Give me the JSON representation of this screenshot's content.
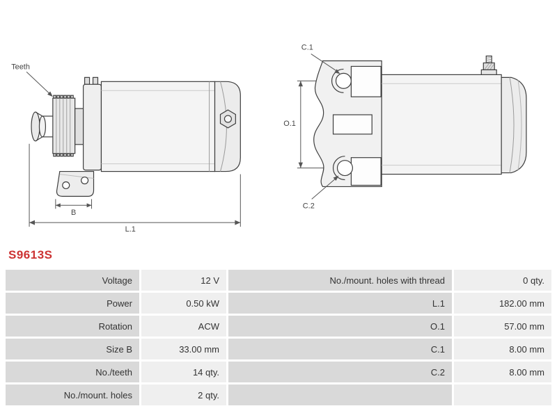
{
  "part_number": "S9613S",
  "drawing": {
    "labels": {
      "teeth": "Teeth",
      "size_b": "B",
      "length_l1": "L.1",
      "o1": "O.1",
      "c1": "C.1",
      "c2": "C.2"
    }
  },
  "colors": {
    "part_number_red": "#cc3333",
    "table_label_bg": "#d9d9d9",
    "table_value_bg": "#efefef",
    "drawing_line": "#3d3d3d"
  },
  "spec_table": {
    "rows": [
      {
        "label_left": "Voltage",
        "value_left": "12 V",
        "label_right": "No./mount. holes with thread",
        "value_right": "0 qty."
      },
      {
        "label_left": "Power",
        "value_left": "0.50 kW",
        "label_right": "L.1",
        "value_right": "182.00 mm"
      },
      {
        "label_left": "Rotation",
        "value_left": "ACW",
        "label_right": "O.1",
        "value_right": "57.00 mm"
      },
      {
        "label_left": "Size B",
        "value_left": "33.00 mm",
        "label_right": "C.1",
        "value_right": "8.00 mm"
      },
      {
        "label_left": "No./teeth",
        "value_left": "14 qty.",
        "label_right": "C.2",
        "value_right": "8.00 mm"
      },
      {
        "label_left": "No./mount. holes",
        "value_left": "2 qty.",
        "label_right": "",
        "value_right": ""
      }
    ]
  }
}
